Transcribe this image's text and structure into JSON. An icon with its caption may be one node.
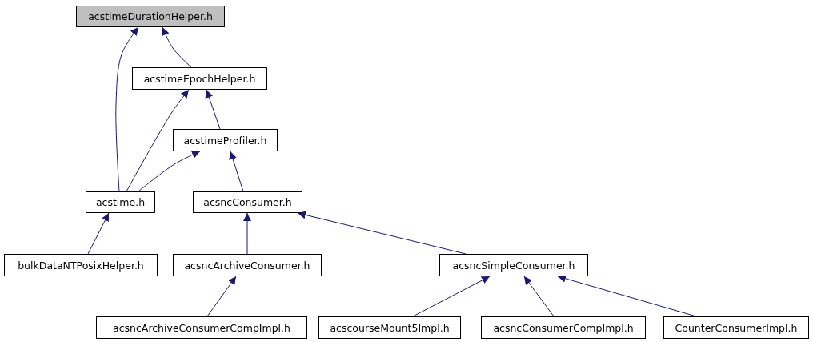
{
  "diagram": {
    "nodes": [
      {
        "text": [
          "acstimeDurationHelper.h"
        ]
      },
      {
        "text": [
          "acstimeEpochHelper.h"
        ]
      },
      {
        "text": [
          "acstimeProfiler.h"
        ]
      },
      {
        "text": [
          "acstime.h"
        ]
      },
      {
        "text": [
          "acsncConsumer.h"
        ]
      },
      {
        "text": [
          "bulkDataNTPosixHelper.h"
        ]
      },
      {
        "text": [
          "acsncArchiveConsumer.h"
        ]
      },
      {
        "text": [
          "acsncSimpleConsumer.h"
        ]
      },
      {
        "text": [
          "acsncArchiveConsumerCompImpl.h"
        ]
      },
      {
        "text": [
          "acscourseMount5Impl.h"
        ]
      },
      {
        "text": [
          "acsncConsumerCompImpl.h"
        ]
      },
      {
        "text": [
          "CounterConsumerImpl.h"
        ]
      }
    ],
    "edges": [
      {
        "from": 3,
        "to": 0,
        "arrow": "to"
      },
      {
        "from": 1,
        "to": 0,
        "arrow": "to"
      },
      {
        "from": 3,
        "to": 1,
        "arrow": "to"
      },
      {
        "from": 2,
        "to": 1,
        "arrow": "to"
      },
      {
        "from": 3,
        "to": 2,
        "arrow": "to"
      },
      {
        "from": 4,
        "to": 2,
        "arrow": "to"
      },
      {
        "from": 5,
        "to": 3,
        "arrow": "to"
      },
      {
        "from": 6,
        "to": 4,
        "arrow": "to"
      },
      {
        "from": 7,
        "to": 4,
        "arrow": "to"
      },
      {
        "from": 8,
        "to": 6,
        "arrow": "to"
      },
      {
        "from": 9,
        "to": 7,
        "arrow": "to"
      },
      {
        "from": 10,
        "to": 7,
        "arrow": "to"
      },
      {
        "from": 11,
        "to": 7,
        "arrow": "to"
      }
    ]
  }
}
